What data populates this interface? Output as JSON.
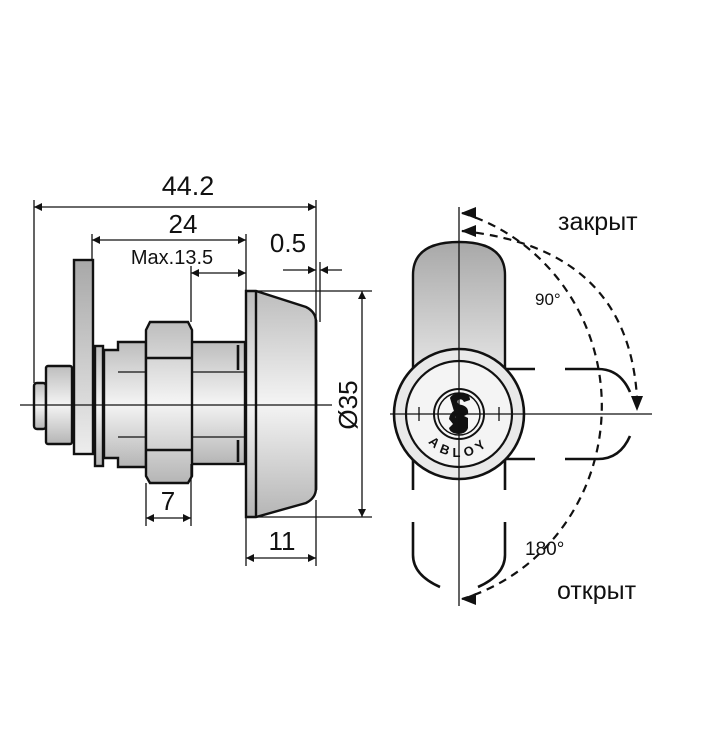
{
  "side_view": {
    "dimensions": {
      "overall_length": "44.2",
      "body_length": "24",
      "max_panel": "Max.13.5",
      "gap": "0.5",
      "diameter": "Ø35",
      "nut_width": "7",
      "cap_depth": "11"
    }
  },
  "front_view": {
    "brand": "ABLOY",
    "closed_label": "закрыт",
    "open_label": "открыт",
    "angle_90": "90°",
    "angle_180": "180°"
  },
  "colors": {
    "line": "#111111",
    "metal_light": "#f2f2f2",
    "metal_dark": "#a9a9a9"
  }
}
